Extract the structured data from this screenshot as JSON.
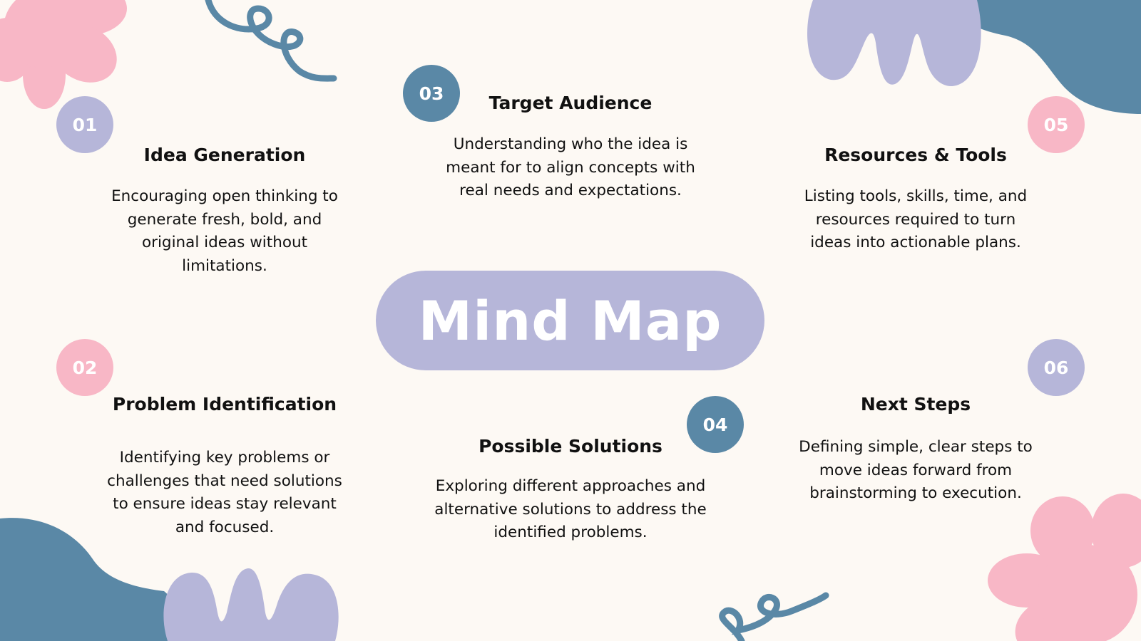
{
  "center": {
    "title": "Mind Map"
  },
  "nodes": [
    {
      "num": "01",
      "title": "Idea Generation",
      "desc": "Encouraging open thinking to generate fresh, bold, and original ideas without limitations."
    },
    {
      "num": "02",
      "title": "Problem Identification",
      "desc": "Identifying key problems or challenges that need solutions to ensure ideas stay relevant and focused."
    },
    {
      "num": "03",
      "title": "Target Audience",
      "desc": "Understanding who the idea is meant for to align concepts with real needs and expectations."
    },
    {
      "num": "04",
      "title": "Possible Solutions",
      "desc": "Exploring different approaches and alternative solutions to address the identified problems."
    },
    {
      "num": "05",
      "title": "Resources & Tools",
      "desc": "Listing tools, skills, time, and resources required to turn ideas into actionable plans."
    },
    {
      "num": "06",
      "title": "Next Steps",
      "desc": "Defining simple, clear steps to move ideas forward from brainstorming to execution."
    }
  ],
  "colors": {
    "background": "#fdf9f4",
    "lavender": "#b6b6d9",
    "pink": "#f8b7c6",
    "blue": "#5a88a6"
  }
}
